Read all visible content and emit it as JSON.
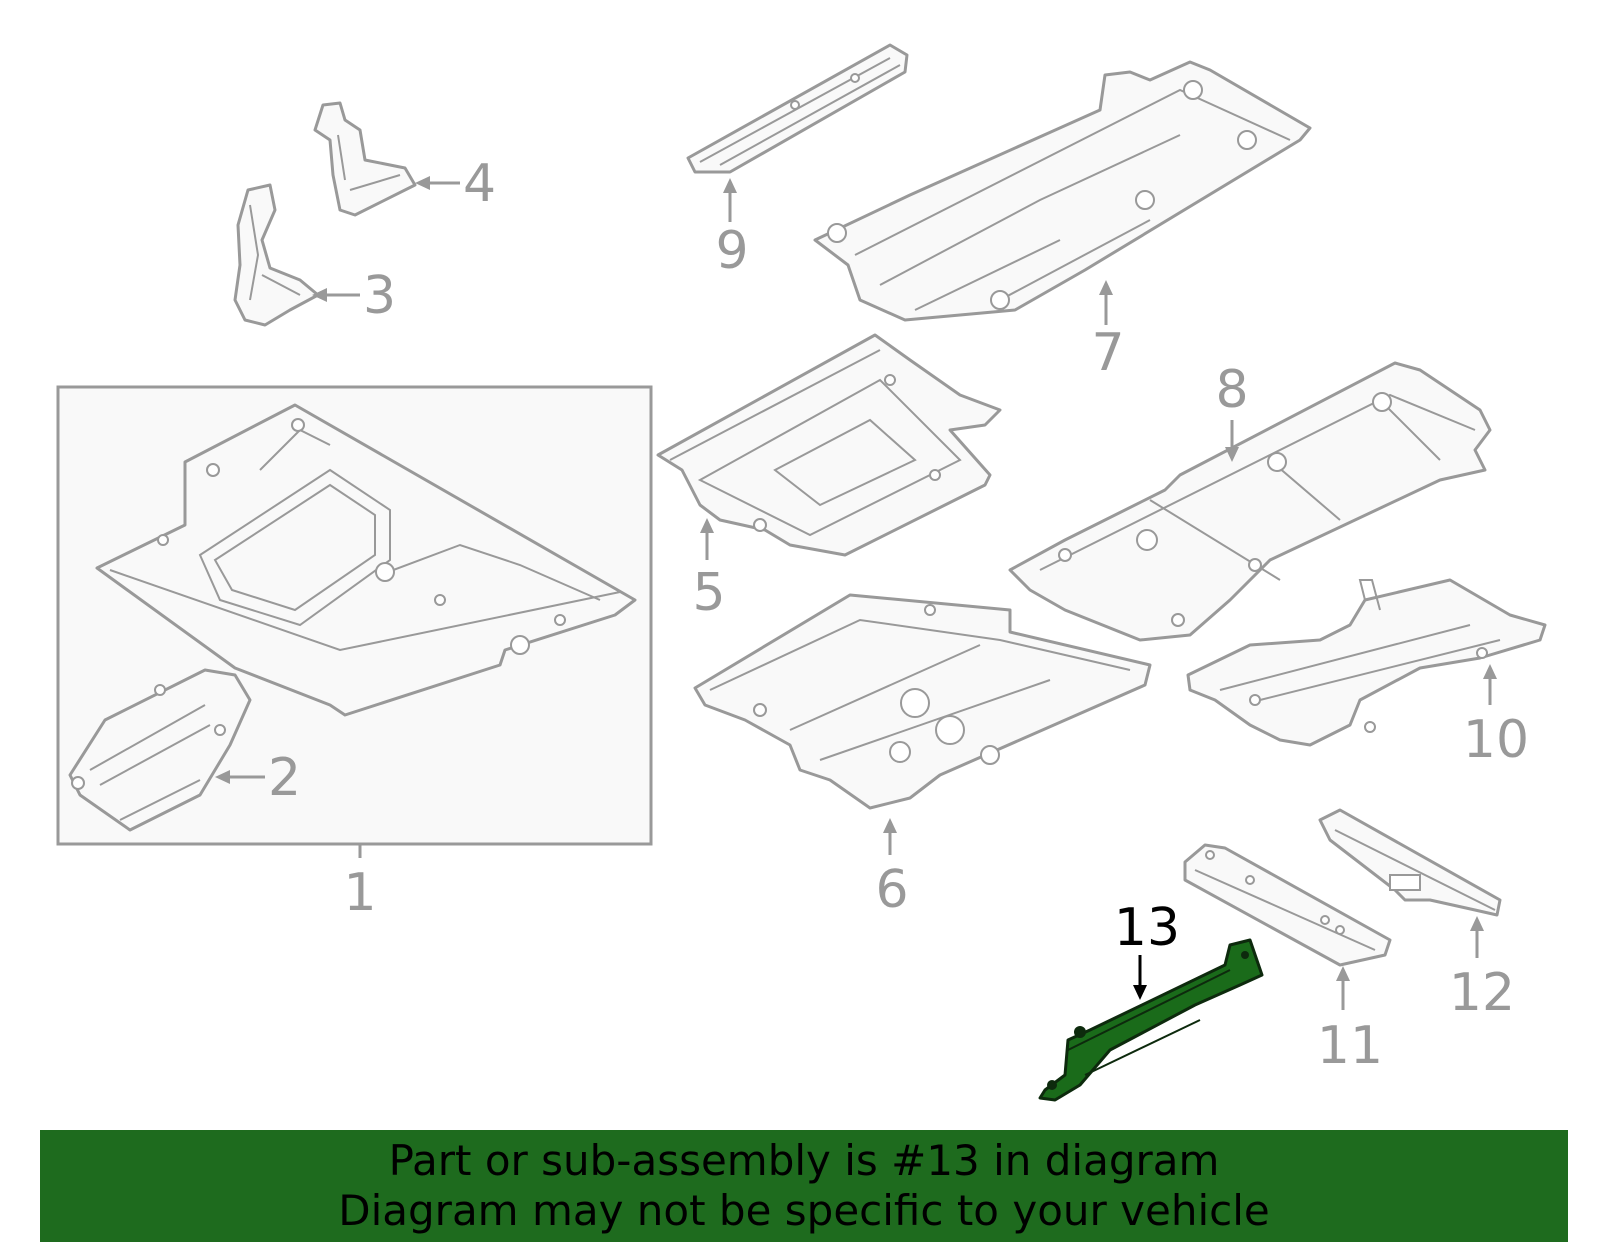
{
  "callouts": {
    "c1": "1",
    "c2": "2",
    "c3": "3",
    "c4": "4",
    "c5": "5",
    "c6": "6",
    "c7": "7",
    "c8": "8",
    "c9": "9",
    "c10": "10",
    "c11": "11",
    "c12": "12",
    "c13": "13"
  },
  "highlighted_part": "13",
  "colors": {
    "highlight": "#1e6b1e",
    "line": "#999999"
  },
  "banner": {
    "line1": "Part or sub-assembly is #13 in diagram",
    "line2": "Diagram may not be specific to your vehicle"
  }
}
